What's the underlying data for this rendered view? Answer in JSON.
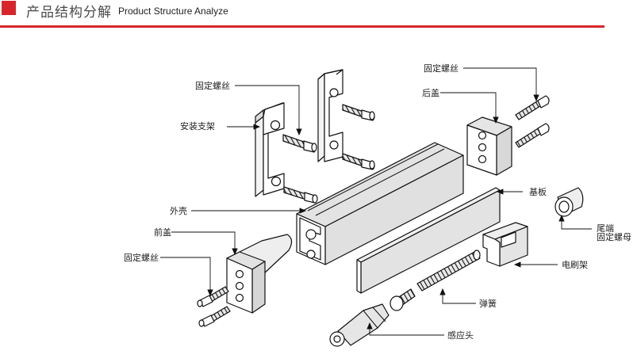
{
  "header": {
    "title_cn": "产品结构分解",
    "title_en": "Product Structure Analyze"
  },
  "colors": {
    "accent": "#d7262b"
  },
  "labels": {
    "screw_top": "固定螺丝",
    "bracket": "安装支架",
    "screw_right": "固定螺丝",
    "back_cover": "后盖",
    "base_plate": "基板",
    "tail_nut_line1": "尾端",
    "tail_nut_line2": "固定螺母",
    "housing": "外壳",
    "front_cover": "前盖",
    "screw_left": "固定螺丝",
    "brush_holder": "电刷架",
    "spring": "弹簧",
    "sensor_head": "感应头"
  }
}
